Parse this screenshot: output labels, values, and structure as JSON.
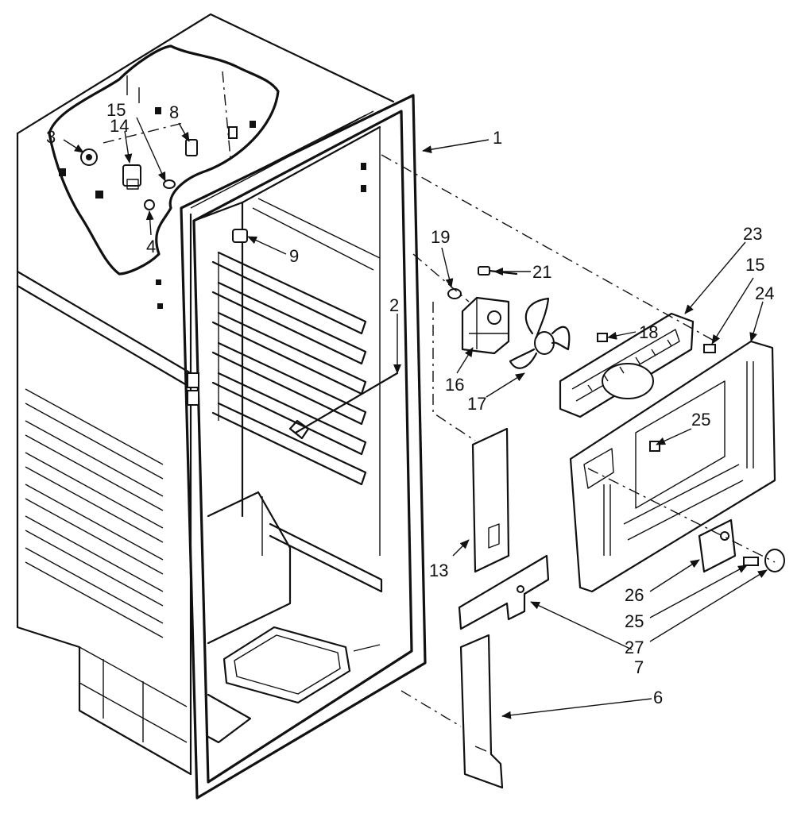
{
  "callouts": {
    "c1": "1",
    "c2": "2",
    "c3": "3",
    "c4": "4",
    "c6": "6",
    "c7": "7",
    "c8": "8",
    "c9": "9",
    "c13": "13",
    "c14": "14",
    "c15a": "15",
    "c15b": "15",
    "c16": "16",
    "c17": "17",
    "c18": "18",
    "c19": "19",
    "c21": "21",
    "c23": "23",
    "c24": "24",
    "c25a": "25",
    "c25b": "25",
    "c26": "26",
    "c27": "27"
  },
  "icons": {
    "cabinet": "refrigerator-cabinet-liner",
    "fan": "evaporator-fan-blade",
    "motor": "fan-motor",
    "shroud": "fan-shroud",
    "cover": "evaporator-cover",
    "damper": "air-damper",
    "duct": "air-duct"
  }
}
